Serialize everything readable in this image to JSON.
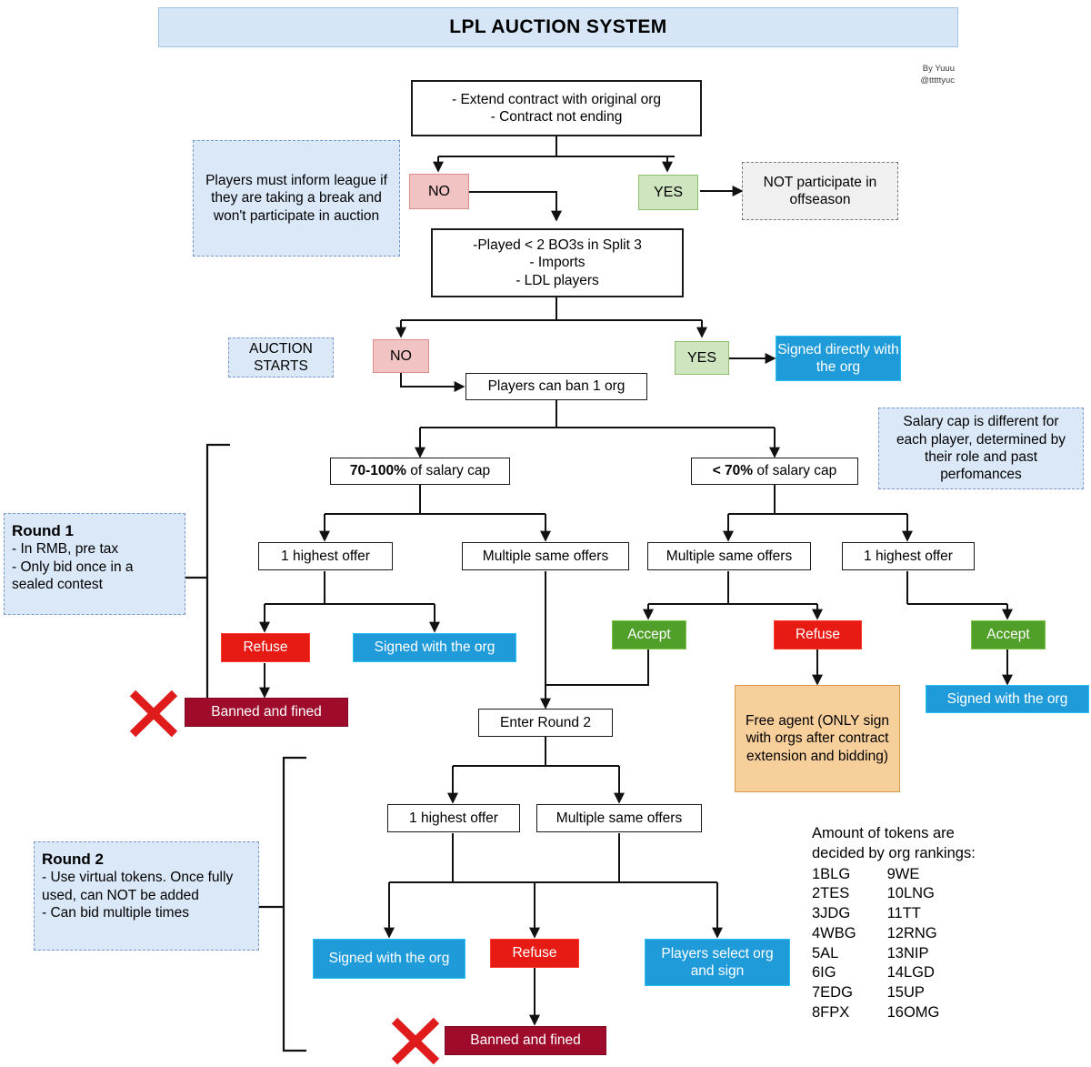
{
  "title": "LPL AUCTION SYSTEM",
  "byline": {
    "line1": "By Yuuu",
    "line2": "@tttttyuc"
  },
  "nodes": {
    "start": "- Extend contract with original org\n- Contract not ending",
    "no1": "NO",
    "yes1": "YES",
    "not_participate": "NOT participate in offseason",
    "note_inform": "Players must inform league if they are taking a break and won't participate in auction",
    "eligibility": "-Played < 2 BO3s in Split 3\n- Imports\n- LDL players",
    "auction_starts": "AUCTION STARTS",
    "no2": "NO",
    "yes2": "YES",
    "signed_directly": "Signed directly with the org",
    "ban_one_org": "Players can ban 1 org",
    "note_salary_cap": "Salary cap is different for each player, determined by their role and past perfomances",
    "cap_high_bold": "70-100%",
    "cap_high_rest": " of salary cap",
    "cap_low_bold": "< 70%",
    "cap_low_rest": " of salary cap",
    "r1_left_highest": "1 highest offer",
    "r1_left_multiple": "Multiple same offers",
    "r1_right_multiple": "Multiple same offers",
    "r1_right_highest": "1 highest offer",
    "r1_refuse_left": "Refuse",
    "r1_signed_left": "Signed with the org",
    "r1_accept_mid": "Accept",
    "r1_refuse_right": "Refuse",
    "r1_accept_right": "Accept",
    "r1_banned": "Banned and fined",
    "free_agent": "Free agent (ONLY sign with orgs after contract extension and bidding)",
    "r1_signed_right": "Signed with the org",
    "enter_round2": "Enter Round 2",
    "r2_highest": "1 highest offer",
    "r2_multiple": "Multiple same offers",
    "r2_signed": "Signed with the org",
    "r2_refuse": "Refuse",
    "r2_select": "Players select org and sign",
    "r2_banned": "Banned and fined"
  },
  "round1_note": {
    "heading": "Round 1",
    "lines": "- In RMB, pre tax\n- Only bid once in a sealed contest"
  },
  "round2_note": {
    "heading": "Round 2",
    "lines": "- Use virtual tokens. Once fully used, can NOT be added\n- Can bid multiple times"
  },
  "rankings": {
    "header": "Amount of tokens are\ndecided by org rankings:",
    "col1": [
      "1BLG",
      "2TES",
      "3JDG",
      "4WBG",
      "5AL",
      "6IG",
      "7EDG",
      "8FPX"
    ],
    "col2": [
      "9WE",
      "10LNG",
      "11TT",
      "12RNG",
      "13NIP",
      "14LGD",
      "15UP",
      "16OMG"
    ]
  },
  "colors": {
    "title_bg": "#d6e6f7",
    "note_bg": "#dbe8f7",
    "blue": "#1f9bd9",
    "green": "#4f9f28",
    "red": "#e81b14",
    "darkred": "#9e0b2b",
    "orange": "#f7cf9b",
    "no_chip": "#f2c3c3",
    "yes_chip": "#cfe5c0",
    "x_mark": "#e01b1b"
  }
}
